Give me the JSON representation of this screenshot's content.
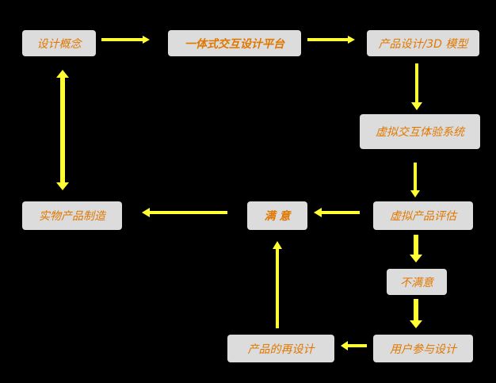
{
  "nodes": {
    "design_concept": "设计概念",
    "platform": "一体式交互设计平台",
    "product_3d": "产品设计/3D 模型",
    "virtual_experience": "虚拟交互体验系统",
    "virtual_eval": "虚拟产品评估",
    "satisfied": "满 意",
    "manufacturing": "实物产品制造",
    "not_satisfied": "不满意",
    "user_participation": "用户参与设计",
    "redesign": "产品的再设计"
  },
  "colors": {
    "background": "#000000",
    "box_fill": "#dcdcdc",
    "text": "#e07800",
    "arrow": "#ffff33"
  }
}
